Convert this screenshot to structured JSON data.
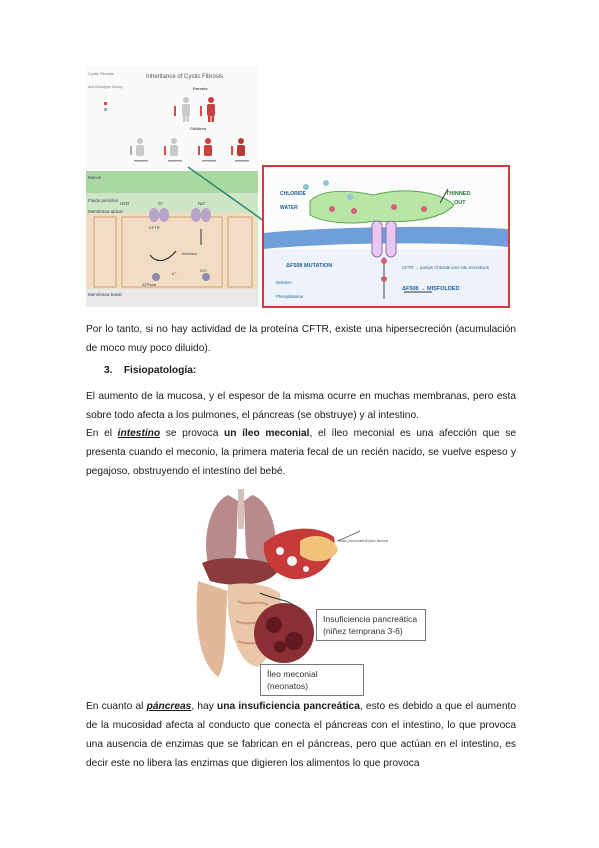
{
  "figure1": {
    "inheritance_small_title": "Cystic Fibrosis",
    "inheritance_small_subtitle": "and Genotype Survey",
    "inheritance_title": "Inheritance of Cystic Fibrosis",
    "parents_label": "Parents",
    "children_label": "Children",
    "membrane_labels": [
      "Mucus",
      "Fluido periciliar",
      "Membrana apical",
      "CFTR",
      "Intestino",
      "Membrana basal",
      "H2O",
      "Cl⁻",
      "Na⁺",
      "ATPasa",
      "K⁺",
      "2Cl⁻"
    ],
    "magnified_labels": {
      "chloride": "CHLORIDE",
      "water": "WATER",
      "thinned": "THINNED",
      "out": "OUT",
      "mutation": "ΔF508 MUTATION",
      "cftr_note": "CFTR → pumps Chloride ions into Secretions",
      "misfolded": "ΔF508 → MISFOLDED",
      "deletion": "Deletion",
      "phenylalanine": "Phenylalanine"
    }
  },
  "paragraph1": {
    "text": "Por lo tanto, si no hay actividad de la proteína CFTR, existe una hipersecreción (acumulación de moco muy poco diluido)."
  },
  "heading3": {
    "number": "3.",
    "title": "Fisiopatología:"
  },
  "paragraph2": {
    "text": "El aumento de la mucosa, y el espesor de la misma ocurre en muchas membranas, pero esta sobre todo afecta a los pulmones, el páncreas (se obstruye) y al intestino."
  },
  "paragraph3": {
    "p1": "En el ",
    "organ": "intestino",
    "p2": " se provoca ",
    "bold": "un íleo meconial",
    "p3": ", el íleo meconial es una afección que se presenta cuando el meconio, la primera materia fecal de un recién nacido, se vuelve espeso y pegajoso, obstruyendo el intestino del bebé."
  },
  "figure2": {
    "label_pancreas_line1": "Insuficiencia pancreática",
    "label_pancreas_line2": "(niñez temprana 3-6)",
    "label_ileo": "Íleo meconial (neonatos)",
    "tiny_labels": [
      "Ducto pancreático",
      "Cystic fibrosis"
    ]
  },
  "paragraph4": {
    "p1": "En cuanto al ",
    "organ": "páncreas",
    "p2": ", hay ",
    "bold": "una insuficiencia pancreática",
    "p3": ", esto es debido a que el aumento de la mucosidad afecta al conducto que conecta el páncreas con el intestino, lo que provoca una ausencia de enzimas que se fabrican en el páncreas, pero que actúan en el intestino, es decir este no libera las enzimas que digieren los alimentos lo que provoca"
  }
}
